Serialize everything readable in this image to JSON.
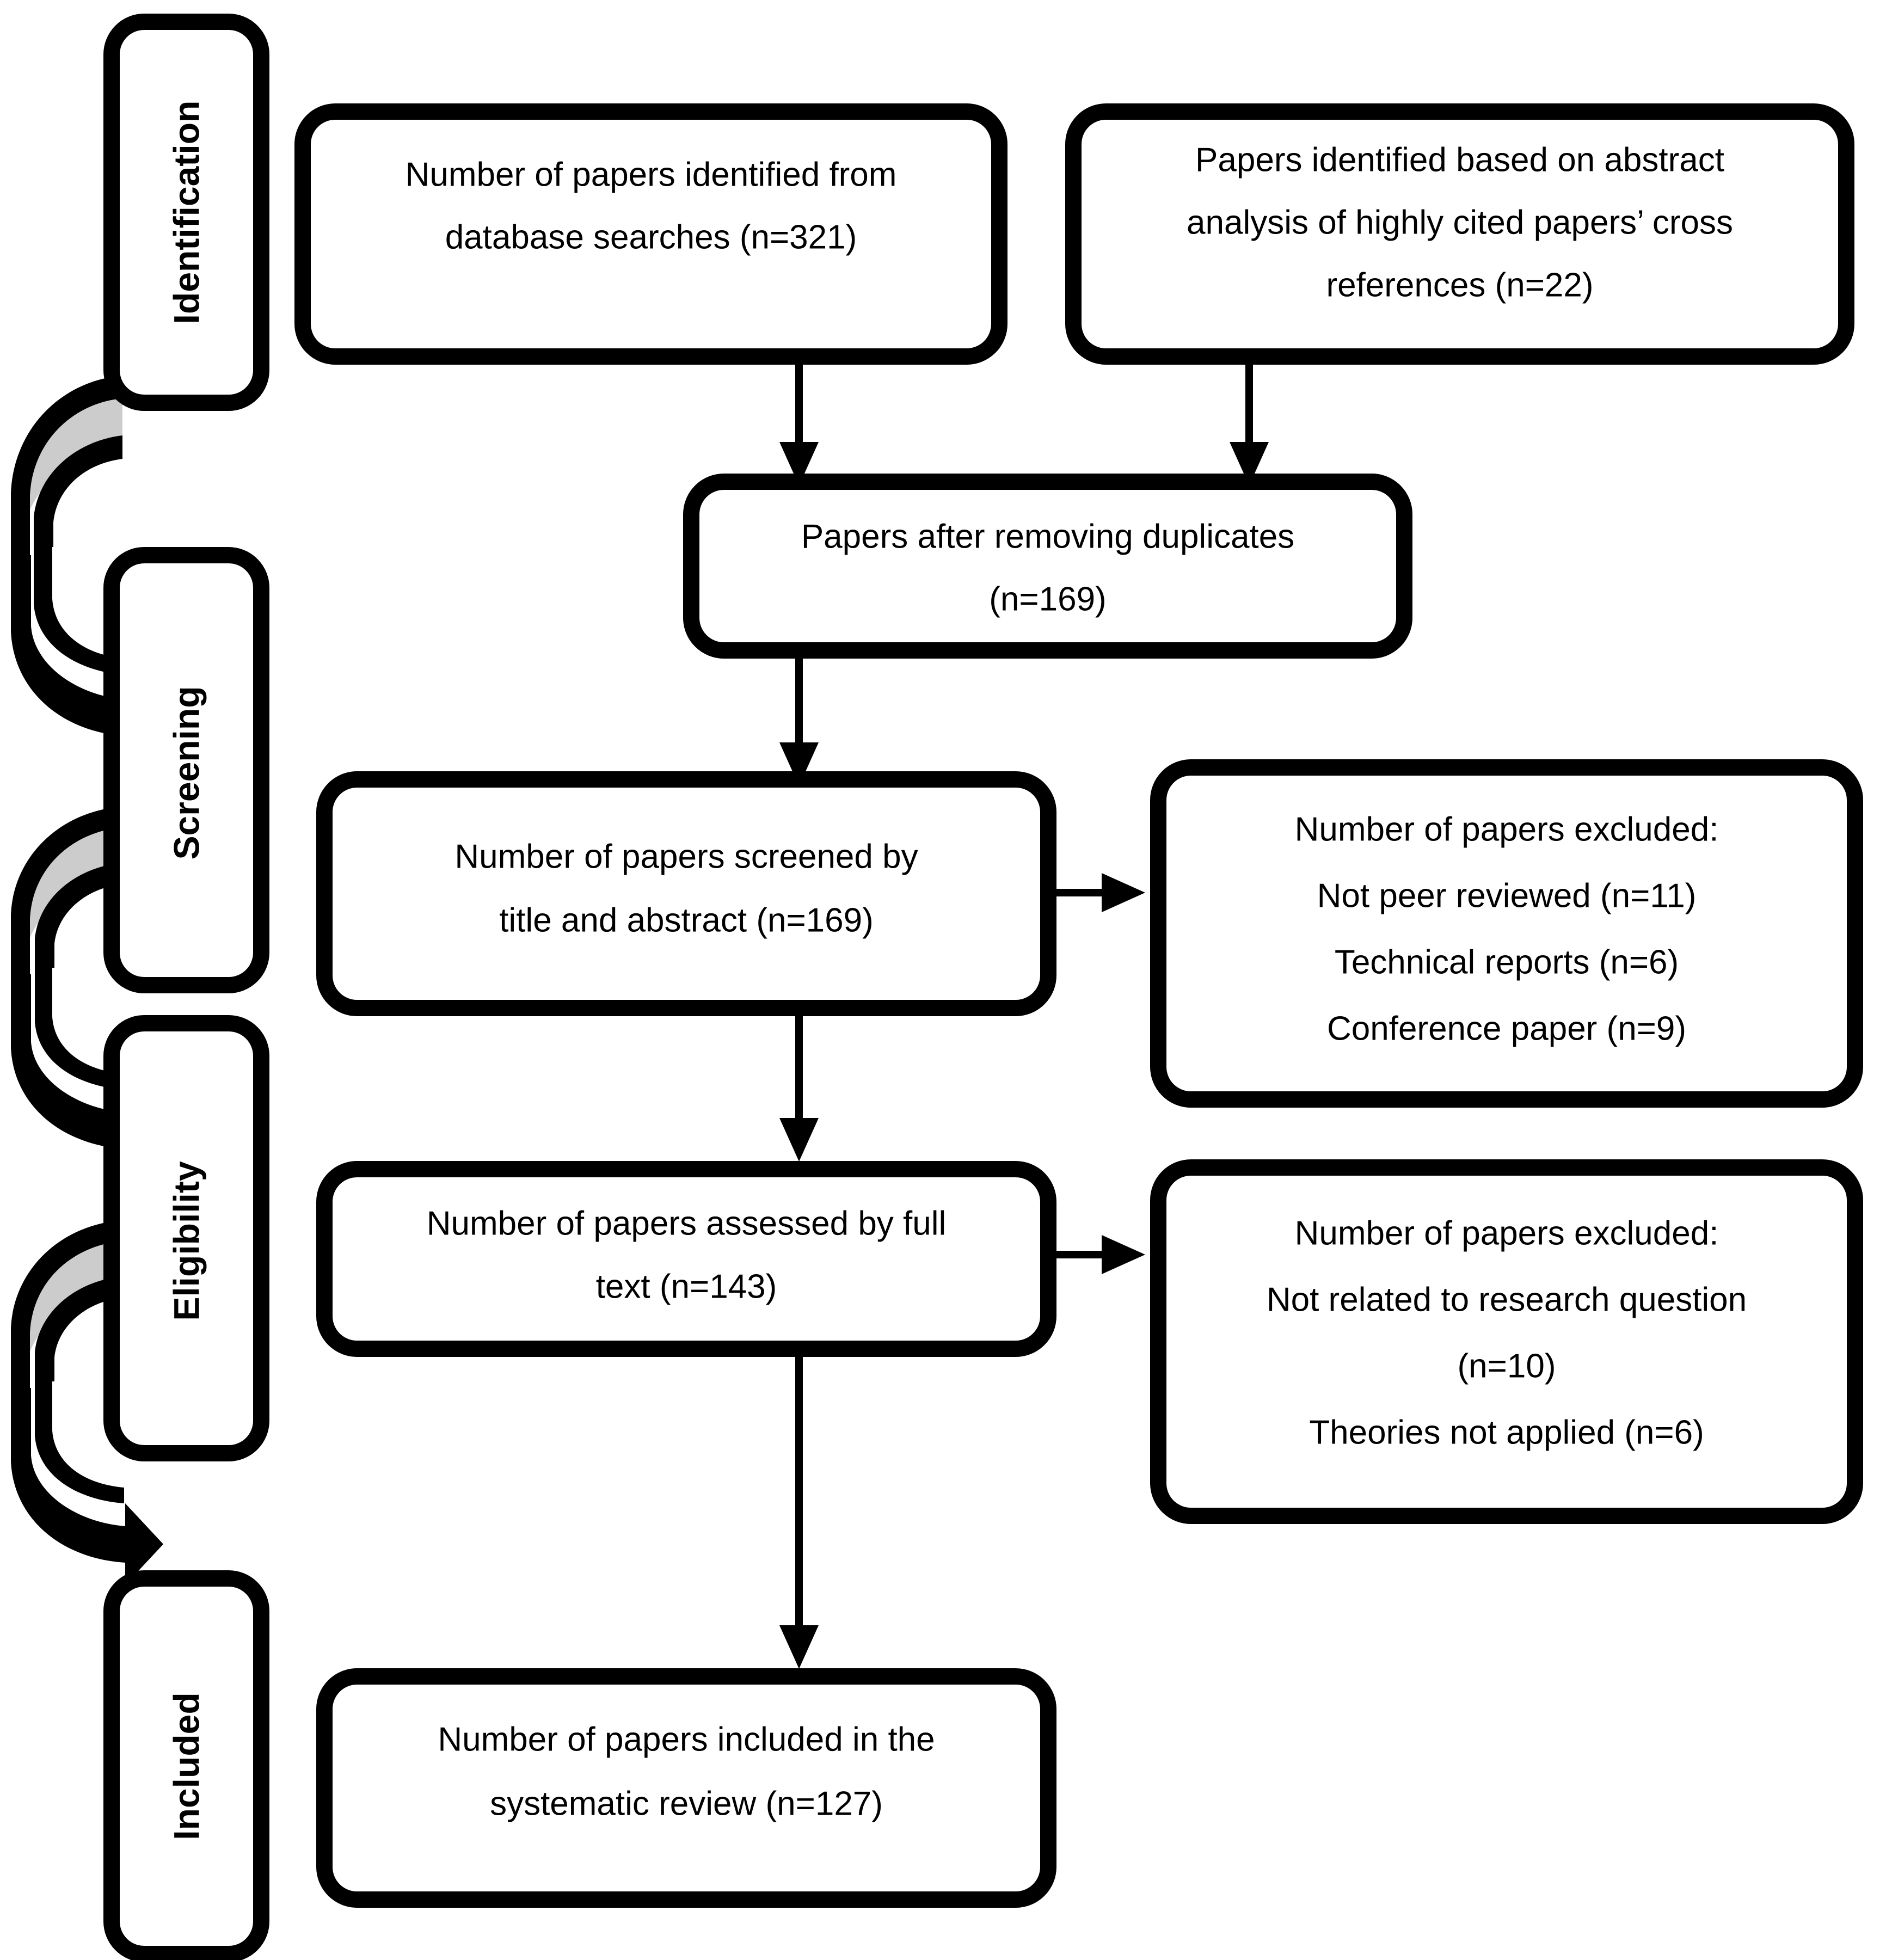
{
  "diagram": {
    "type": "prisma-flow-diagram",
    "stages": [
      {
        "id": "identification",
        "label": "Identification"
      },
      {
        "id": "screening",
        "label": "Screening"
      },
      {
        "id": "eligibility",
        "label": "Eligibility"
      },
      {
        "id": "included",
        "label": "Included"
      }
    ],
    "nodes": {
      "database_search": {
        "lines": [
          "Number of papers identified from",
          "database searches (n=321)"
        ]
      },
      "cross_references": {
        "lines": [
          "Papers identified based on abstract",
          "analysis of highly cited papers’ cross",
          "references (n=22)"
        ]
      },
      "duplicates_removed": {
        "lines": [
          "Papers after removing duplicates",
          "(n=169)"
        ]
      },
      "screened": {
        "lines": [
          "Number of papers screened by",
          "title and abstract (n=169)"
        ]
      },
      "excluded_screening": {
        "lines": [
          "Number of papers excluded:",
          "Not peer reviewed (n=11)",
          "Technical reports (n=6)",
          "Conference paper (n=9)"
        ]
      },
      "full_text": {
        "lines": [
          "Number of papers assessed by full",
          "text (n=143)"
        ]
      },
      "excluded_eligibility": {
        "lines": [
          "Number of papers excluded:",
          "Not related to research question",
          "(n=10)",
          "Theories not applied (n=6)"
        ]
      },
      "included_final": {
        "lines": [
          "Number of papers included in the",
          "systematic review (n=127)"
        ]
      }
    },
    "counts": {
      "database_searches": 321,
      "cross_references": 22,
      "after_duplicates": 169,
      "screened": 169,
      "excluded_not_peer_reviewed": 11,
      "excluded_technical_reports": 6,
      "excluded_conference_paper": 9,
      "assessed_full_text": 143,
      "excluded_not_related": 10,
      "excluded_theories_not_applied": 6,
      "included": 127
    },
    "colors": {
      "stroke": "#000000",
      "fill": "#ffffff",
      "swoosh_shadow": "#cccccc"
    }
  }
}
